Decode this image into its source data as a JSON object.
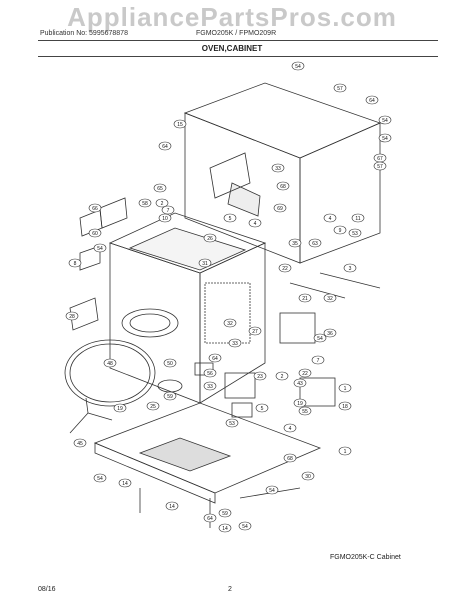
{
  "header": {
    "watermark": "AppliancePartsPros.com",
    "publication": "Publication No: 5995678878",
    "models": "FGMO205K / FPMO209R",
    "title": "OVEN,CABINET"
  },
  "diagram": {
    "caption": "FGMO205K-C Cabinet",
    "callouts": [
      "54",
      "57",
      "64",
      "54",
      "54",
      "15",
      "64",
      "67",
      "33",
      "57",
      "68",
      "69",
      "65",
      "2",
      "10",
      "7",
      "58",
      "66",
      "5",
      "4",
      "26",
      "35",
      "4",
      "63",
      "11",
      "9",
      "3",
      "21",
      "60",
      "54",
      "8",
      "53",
      "31",
      "22",
      "32",
      "36",
      "28",
      "54",
      "27",
      "32",
      "48",
      "64",
      "33",
      "7",
      "50",
      "56",
      "2",
      "22",
      "43",
      "33",
      "1",
      "18",
      "19",
      "25",
      "59",
      "23",
      "5",
      "19",
      "55",
      "53",
      "45",
      "4",
      "1",
      "54",
      "14",
      "14",
      "54",
      "59",
      "14",
      "64",
      "54",
      "68",
      "30"
    ]
  },
  "footer": {
    "date": "08/16",
    "page": "2"
  }
}
